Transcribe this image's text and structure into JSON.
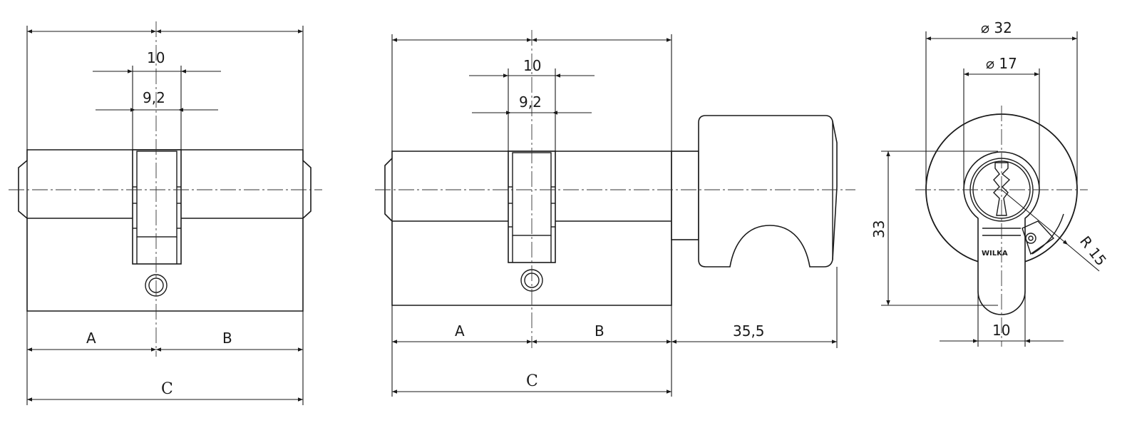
{
  "views": {
    "double_cylinder": {
      "labels": {
        "width_inner": "10",
        "cam_width": "9,2",
        "length_a": "A",
        "length_b": "B",
        "total": "C"
      }
    },
    "knob_cylinder": {
      "labels": {
        "width_inner": "10",
        "cam_width": "9,2",
        "length_a": "A",
        "length_b": "B",
        "total": "C",
        "knob_length": "35,5"
      }
    },
    "front_view": {
      "labels": {
        "outer_diameter": "⌀ 32",
        "inner_diameter": "⌀ 17",
        "height": "33",
        "radius": "R 15",
        "bottom_width": "10",
        "brand": "WILKA"
      }
    }
  }
}
